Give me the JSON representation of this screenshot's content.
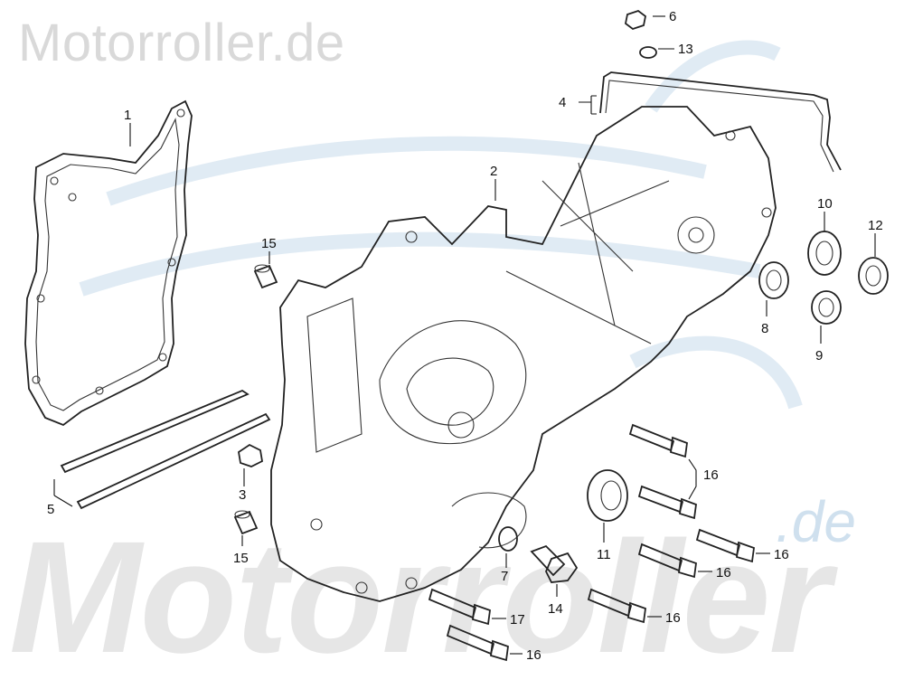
{
  "watermark": {
    "top": "Motorroller.de",
    "bottom": "Motorroller",
    "bottom_suffix": ".de",
    "accent_color": "#cfe0ee",
    "text_color": "#d9d9d9"
  },
  "callouts": {
    "c1": "1",
    "c2": "2",
    "c3": "3",
    "c4": "4",
    "c5": "5",
    "c6": "6",
    "c7": "7",
    "c8": "8",
    "c9": "9",
    "c10": "10",
    "c11": "11",
    "c12": "12",
    "c13": "13",
    "c14": "14",
    "c15a": "15",
    "c15b": "15",
    "c16a": "16",
    "c16b": "16",
    "c16c": "16",
    "c16d": "16",
    "c16e": "16",
    "c17": "17"
  },
  "colors": {
    "line": "#222222",
    "background": "#ffffff"
  }
}
